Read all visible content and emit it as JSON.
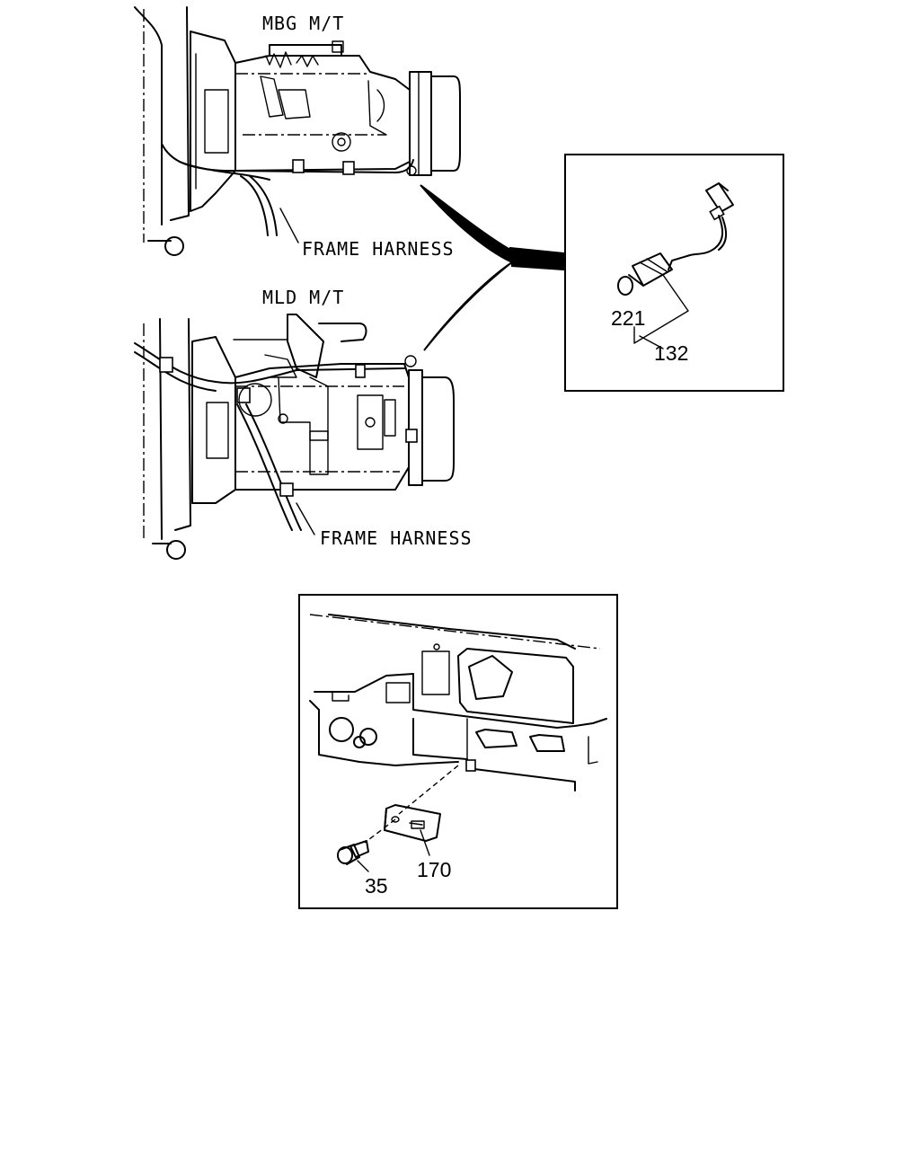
{
  "labels": {
    "mbg": "MBG M/T",
    "mld": "MLD M/T",
    "frame_harness_top": "FRAME HARNESS",
    "frame_harness_bottom": "FRAME HARNESS"
  },
  "callouts": {
    "p221": "221",
    "p132": "132",
    "p35": "35",
    "p170": "170"
  },
  "colors": {
    "line": "#000000",
    "background": "#ffffff"
  }
}
